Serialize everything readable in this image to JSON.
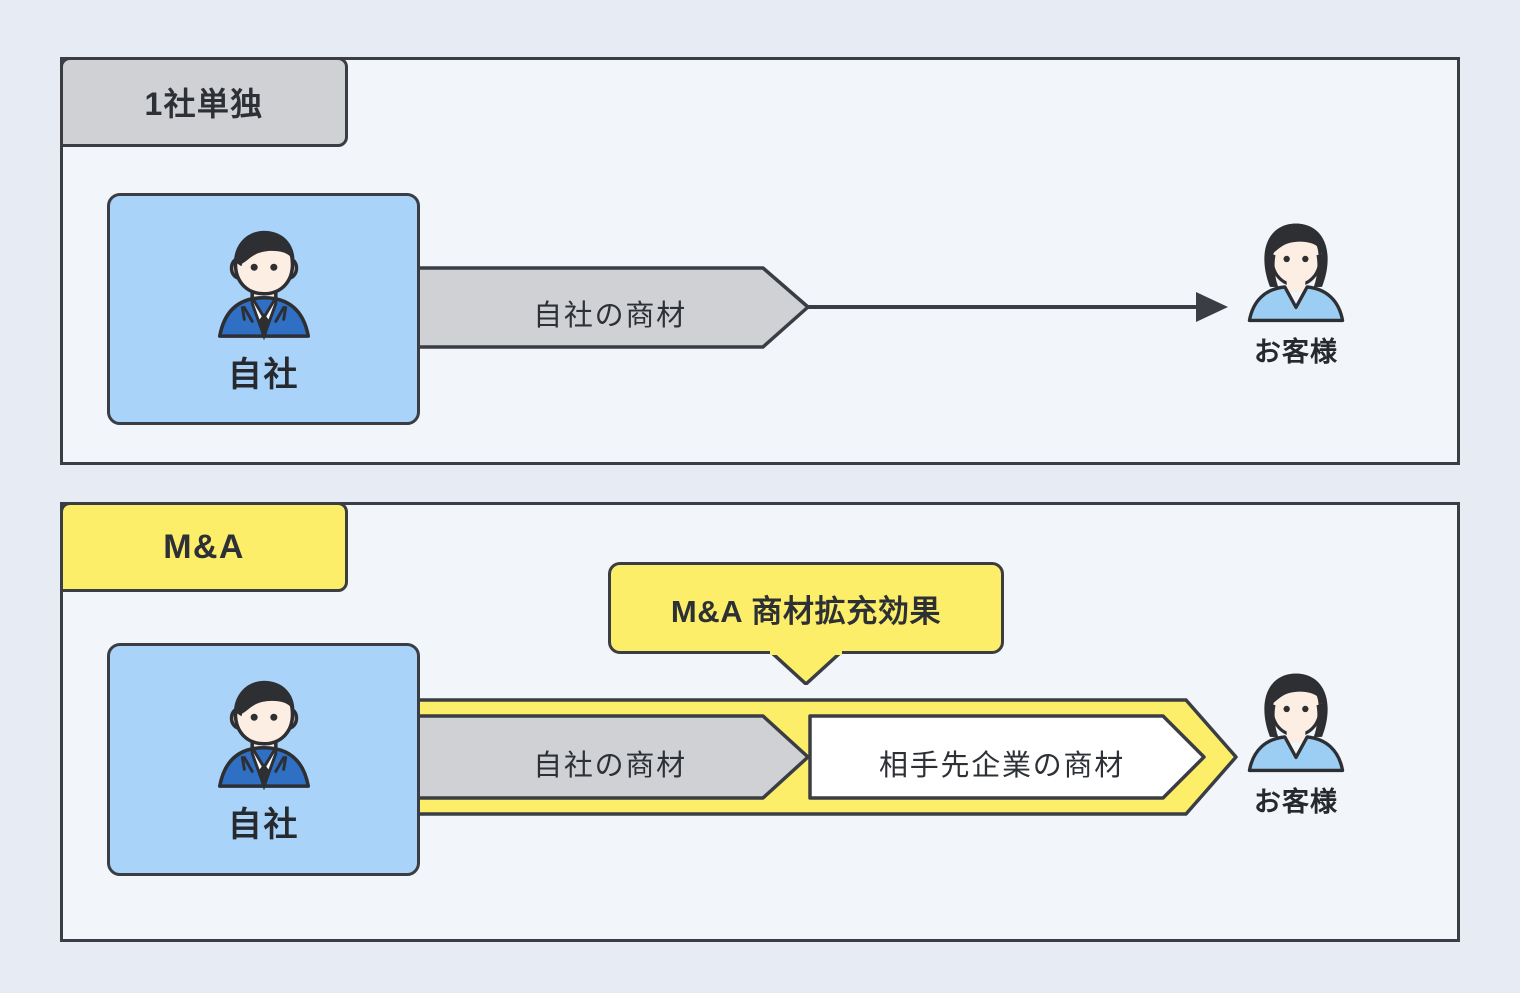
{
  "page": {
    "background_color": "#e7ebf3",
    "panel_background": "#f2f6fa",
    "border_color": "#3a3e44"
  },
  "sections": [
    {
      "id": "single",
      "tab_label": "1社単独",
      "tab_color": "#cfd1d4",
      "company": {
        "label": "自社",
        "box_color": "#a9d3f9",
        "icon": "businessman-icon"
      },
      "flow": [
        {
          "label": "自社の商材",
          "shape": "chevron",
          "color": "#cfd1d4"
        }
      ],
      "connector": {
        "type": "arrow-line",
        "color": "#3a3e44"
      },
      "customer": {
        "label": "お客様",
        "icon": "customer-woman-icon"
      }
    },
    {
      "id": "ma",
      "tab_label": "M&A",
      "tab_color": "#fdee6a",
      "company": {
        "label": "自社",
        "box_color": "#a9d3f9",
        "icon": "businessman-icon"
      },
      "callout": {
        "text": "M&A 商材拡充効果",
        "emphasis": "M&A",
        "color": "#fdee6a"
      },
      "flow": [
        {
          "label": "自社の商材",
          "shape": "chevron",
          "color": "#cfd1d4"
        },
        {
          "label": "相手先企業の商材",
          "shape": "chevron",
          "color": "#ffffff"
        }
      ],
      "highlight": {
        "type": "chevron-outline",
        "color": "#fdee6a"
      },
      "customer": {
        "label": "お客様",
        "icon": "customer-woman-icon"
      }
    }
  ],
  "colors": {
    "yellow": "#fdee6a",
    "gray": "#cfd1d4",
    "blue_box": "#a9d3f9",
    "suit_blue": "#2f6fc4",
    "skin": "#fdeee3",
    "hair": "#2d2f33",
    "shirt_blue": "#9ccdf3",
    "stroke": "#3a3e44"
  }
}
